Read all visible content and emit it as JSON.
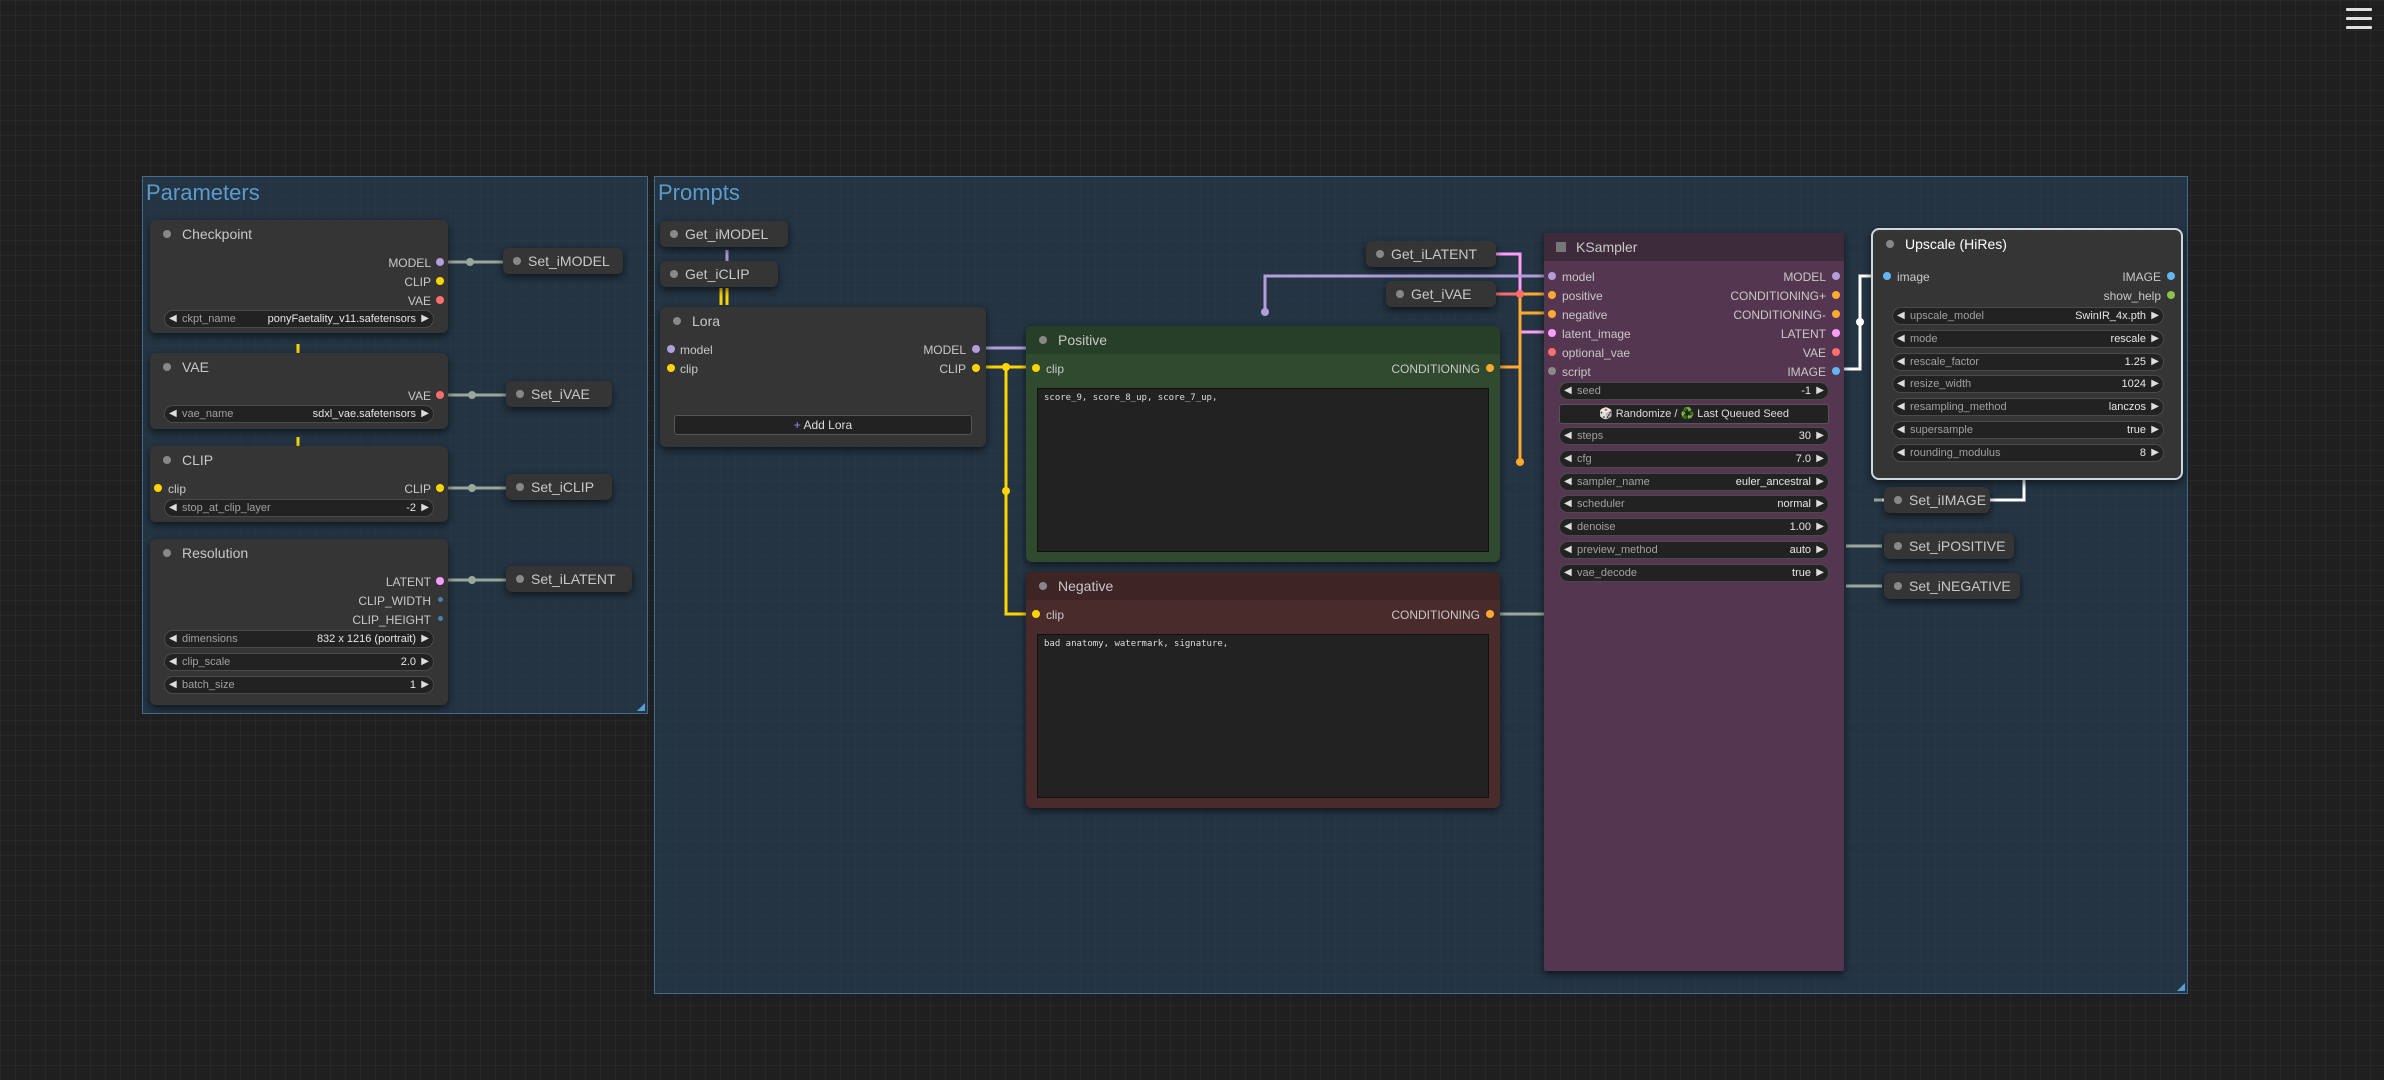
{
  "menu_icon": "hamburger-menu-icon",
  "groups": {
    "parameters": "Parameters",
    "prompts": "Prompts"
  },
  "checkpoint": {
    "title": "Checkpoint",
    "out_model": "MODEL",
    "out_clip": "CLIP",
    "out_vae": "VAE",
    "ckpt_label": "ckpt_name",
    "ckpt_value": "ponyFaetality_v11.safetensors"
  },
  "vae": {
    "title": "VAE",
    "out_vae": "VAE",
    "vae_label": "vae_name",
    "vae_value": "sdxl_vae.safetensors"
  },
  "clip": {
    "title": "CLIP",
    "in_clip": "clip",
    "out_clip": "CLIP",
    "stop_label": "stop_at_clip_layer",
    "stop_value": "-2"
  },
  "resolution": {
    "title": "Resolution",
    "out_latent": "LATENT",
    "out_width": "CLIP_WIDTH",
    "out_height": "CLIP_HEIGHT",
    "dim_label": "dimensions",
    "dim_value": "832 x 1216  (portrait)",
    "scale_label": "clip_scale",
    "scale_value": "2.0",
    "batch_label": "batch_size",
    "batch_value": "1"
  },
  "setters": {
    "model": "Set_iMODEL",
    "vae": "Set_iVAE",
    "clip": "Set_iCLIP",
    "latent": "Set_iLATENT",
    "image": "Set_iIMAGE",
    "positive": "Set_iPOSITIVE",
    "negative": "Set_iNEGATIVE"
  },
  "getters": {
    "model": "Get_iMODEL",
    "clip": "Get_iCLIP",
    "latent": "Get_iLATENT",
    "vae": "Get_iVAE"
  },
  "lora": {
    "title": "Lora",
    "in_model": "model",
    "in_clip": "clip",
    "out_model": "MODEL",
    "out_clip": "CLIP",
    "add_button": "Add Lora"
  },
  "positive": {
    "title": "Positive",
    "in_clip": "clip",
    "out": "CONDITIONING",
    "text": "score_9, score_8_up, score_7_up,"
  },
  "negative": {
    "title": "Negative",
    "in_clip": "clip",
    "out": "CONDITIONING",
    "text": "bad anatomy, watermark, signature,"
  },
  "ksampler": {
    "title": "KSampler",
    "inputs": [
      "model",
      "positive",
      "negative",
      "latent_image",
      "optional_vae",
      "script"
    ],
    "outputs": [
      "MODEL",
      "CONDITIONING+",
      "CONDITIONING-",
      "LATENT",
      "VAE",
      "IMAGE"
    ],
    "seed_label": "seed",
    "seed_value": "-1",
    "seed_button": "🎲 Randomize / ♻️ Last Queued Seed",
    "widgets": [
      {
        "label": "steps",
        "value": "30"
      },
      {
        "label": "cfg",
        "value": "7.0"
      },
      {
        "label": "sampler_name",
        "value": "euler_ancestral"
      },
      {
        "label": "scheduler",
        "value": "normal"
      },
      {
        "label": "denoise",
        "value": "1.00"
      },
      {
        "label": "preview_method",
        "value": "auto"
      },
      {
        "label": "vae_decode",
        "value": "true"
      }
    ]
  },
  "upscale": {
    "title": "Upscale (HiRes)",
    "in_image": "image",
    "out_image": "IMAGE",
    "out_help": "show_help",
    "widgets": [
      {
        "label": "upscale_model",
        "value": "SwinIR_4x.pth"
      },
      {
        "label": "mode",
        "value": "rescale"
      },
      {
        "label": "rescale_factor",
        "value": "1.25"
      },
      {
        "label": "resize_width",
        "value": "1024"
      },
      {
        "label": "resampling_method",
        "value": "lanczos"
      },
      {
        "label": "supersample",
        "value": "true"
      },
      {
        "label": "rounding_modulus",
        "value": "8"
      }
    ]
  },
  "colors": {
    "model": "#b39ddb",
    "clip": "#ffd500",
    "vae": "#ff6e6e",
    "latent": "#ff9cf9",
    "conditioning": "#ffa931",
    "image": "#64b5f6",
    "link": "#9aa89a"
  }
}
